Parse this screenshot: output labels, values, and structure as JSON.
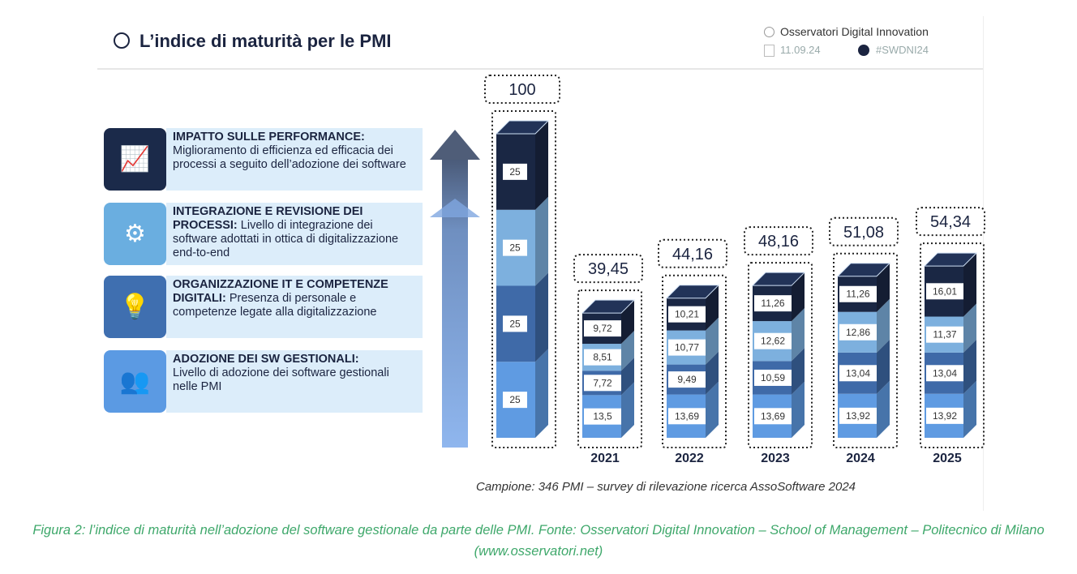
{
  "header": {
    "title": "L’indice di maturità per le PMI",
    "org": "Osservatori Digital Innovation",
    "date": "11.09.24",
    "hashtag": "#SWDNI24"
  },
  "dimensions": [
    {
      "title": "IMPATTO SULLE PERFORMANCE:",
      "desc": "Miglioramento di efficienza ed efficacia dei processi a seguito dell’adozione dei software",
      "icon": "people-growth-icon",
      "color": "#1b2a4a"
    },
    {
      "title": "INTEGRAZIONE E REVISIONE DEI PROCESSI:",
      "desc": "Livello di integrazione dei software adottati in ottica di digitalizzazione end-to-end",
      "icon": "gears-icon",
      "color": "#6aaee0"
    },
    {
      "title": "ORGANIZZAZIONE IT E COMPETENZE DIGITALI:",
      "desc": "Presenza di personale e competenze legate alla digitalizzazione",
      "icon": "head-lightbulb-icon",
      "color": "#3f6fb0"
    },
    {
      "title": "ADOZIONE DEI SW GESTIONALI:",
      "desc": "Livello di adozione dei software gestionali nelle PMI",
      "icon": "group-icon",
      "color": "#5b9ae3"
    }
  ],
  "chart_data": {
    "type": "bar",
    "stacked": true,
    "categories": [
      "",
      "2021",
      "2022",
      "2023",
      "2024",
      "2025"
    ],
    "totals": [
      "100",
      "39,45",
      "44,16",
      "48,16",
      "51,08",
      "54,34"
    ],
    "series": [
      {
        "name": "ADOZIONE DEI SW GESTIONALI",
        "color": "#5f9be2",
        "values": [
          25,
          13.5,
          13.69,
          13.69,
          13.92,
          13.92
        ],
        "labels": [
          "25",
          "13,5",
          "13,69",
          "13,69",
          "13,92",
          "13,92"
        ]
      },
      {
        "name": "ORGANIZZAZIONE IT E COMPETENZE DIGITALI",
        "color": "#3f6aa8",
        "values": [
          25,
          7.72,
          9.49,
          10.59,
          13.04,
          13.04
        ],
        "labels": [
          "25",
          "7,72",
          "9,49",
          "10,59",
          "13,04",
          "13,04"
        ]
      },
      {
        "name": "INTEGRAZIONE E REVISIONE DEI PROCESSI",
        "color": "#7db0de",
        "values": [
          25,
          8.51,
          10.77,
          12.62,
          12.86,
          11.37
        ],
        "labels": [
          "25",
          "8,51",
          "10,77",
          "12,62",
          "12,86",
          "11,37"
        ]
      },
      {
        "name": "IMPATTO SULLE PERFORMANCE",
        "color": "#1a2744",
        "values": [
          25,
          9.72,
          10.21,
          11.26,
          11.26,
          16.01
        ],
        "labels": [
          "25",
          "9,72",
          "10,21",
          "11,26",
          "11,26",
          "16,01"
        ]
      }
    ]
  },
  "sample": "Campione: 346 PMI – survey di rilevazione ricerca AssoSoftware 2024",
  "caption": "Figura 2: l’indice di maturità nell’adozione del software gestionale da parte delle PMI. Fonte: Osservatori Digital Innovation – School of Management – Politecnico di Milano (www.osservatori.net)"
}
